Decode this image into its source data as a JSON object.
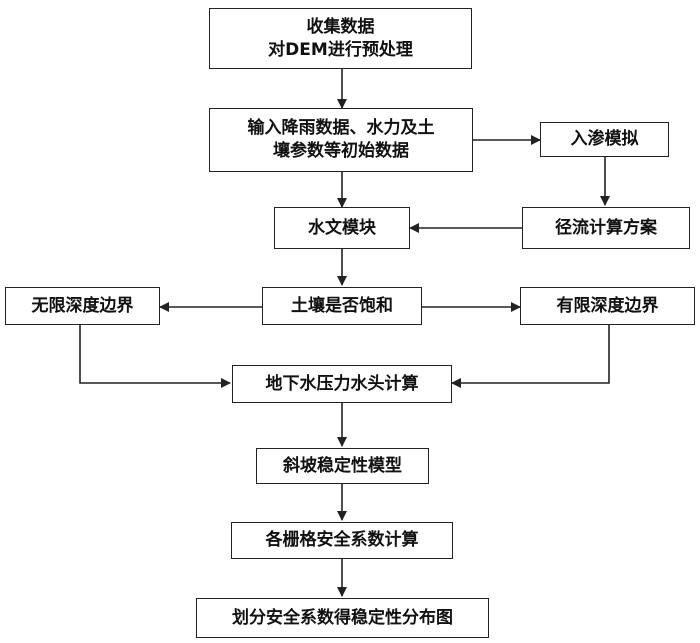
{
  "nodes": {
    "collect": [
      "收集数据",
      "对DEM进行预处理"
    ],
    "input": [
      "输入降雨数据、水力及土",
      "壤参数等初始数据"
    ],
    "infiltration": "入渗模拟",
    "hydro_module": "水文模块",
    "runoff": "径流计算方案",
    "saturated": "土壤是否饱和",
    "infinite_boundary": "无限深度边界",
    "finite_boundary": "有限深度边界",
    "groundwater_head": "地下水压力水头计算",
    "slope_model": "斜坡稳定性模型",
    "safety_factor": "各栅格安全系数计算",
    "distribution": "划分安全系数得稳定性分布图"
  }
}
